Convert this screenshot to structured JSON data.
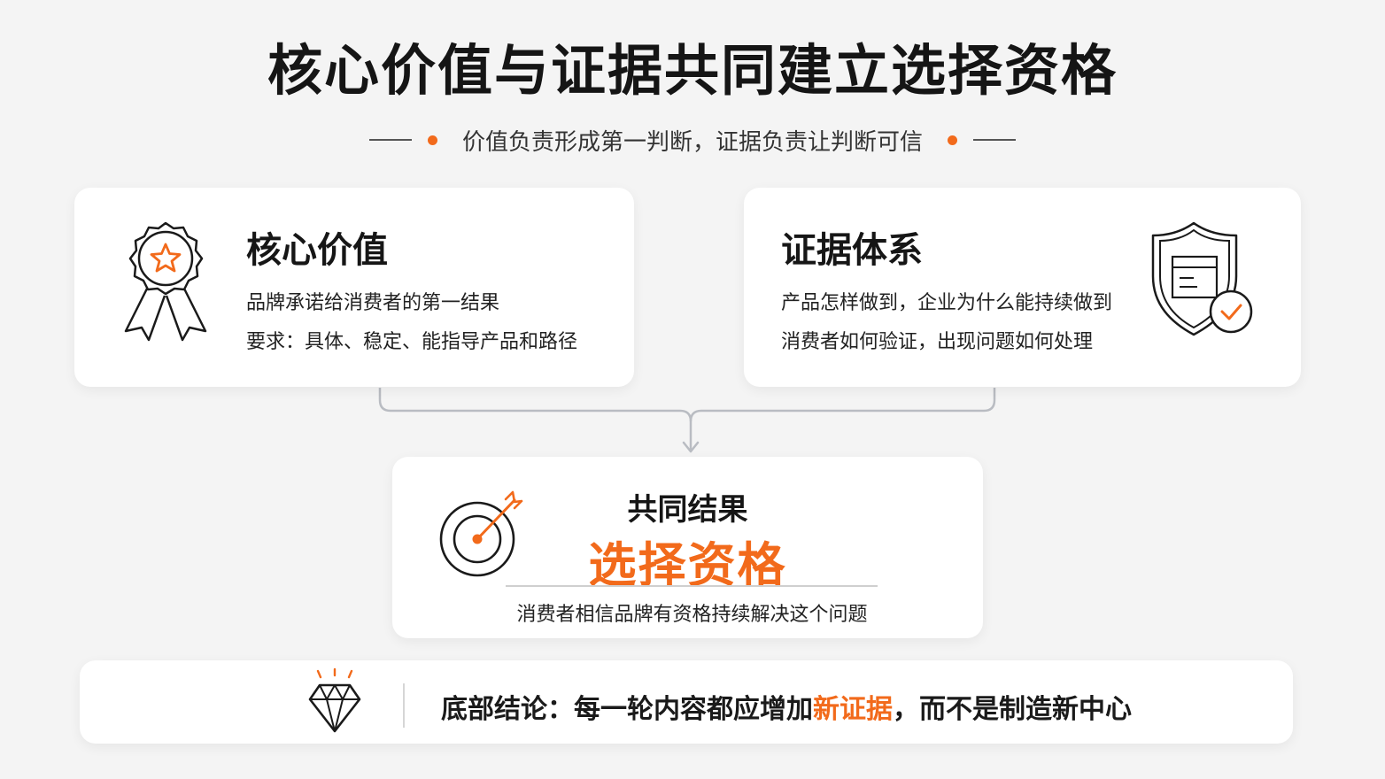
{
  "colors": {
    "accent": "#f26a1b",
    "text": "#1a1a1a",
    "connector": "#b9bcc2"
  },
  "header": {
    "title": "核心价值与证据共同建立选择资格",
    "subtitle": "价值负责形成第一判断，证据负责让判断可信"
  },
  "left_card": {
    "icon": "award-ribbon-icon",
    "title": "核心价值",
    "line1": "品牌承诺给消费者的第一结果",
    "line2": "要求：具体、稳定、能指导产品和路径"
  },
  "right_card": {
    "icon": "shield-check-icon",
    "title": "证据体系",
    "line1": "产品怎样做到，企业为什么能持续做到",
    "line2": "消费者如何验证，出现问题如何处理"
  },
  "center_card": {
    "icon": "target-arrow-icon",
    "label": "共同结果",
    "headline": "选择资格",
    "description": "消费者相信品牌有资格持续解决这个问题"
  },
  "bottom_bar": {
    "icon": "diamond-icon",
    "prefix": "底部结论：每一轮内容都应增加",
    "highlight": "新证据",
    "suffix": "，而不是制造新中心"
  }
}
